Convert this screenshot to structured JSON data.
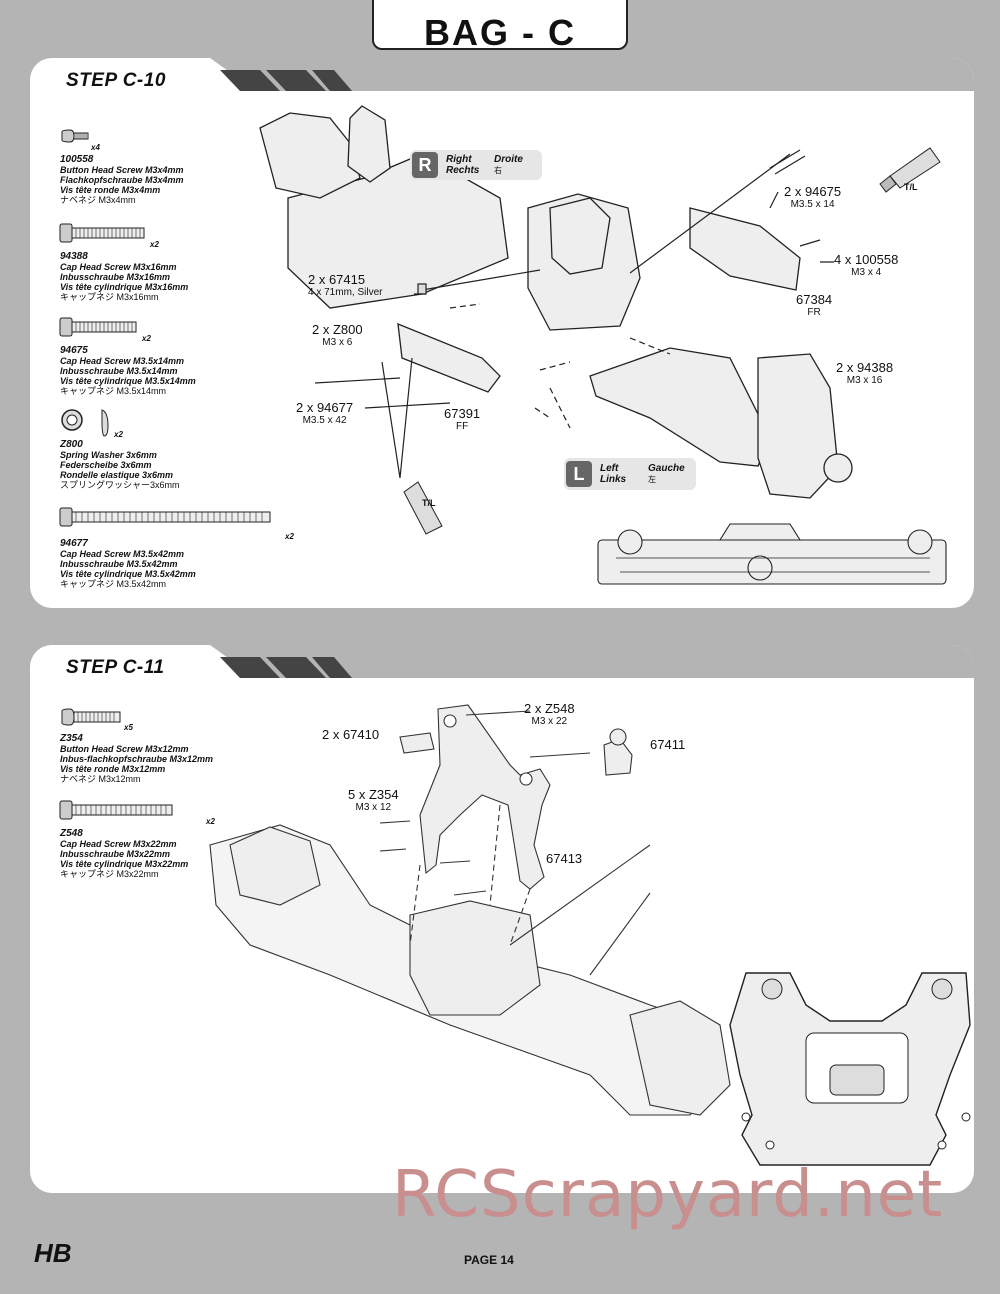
{
  "header": {
    "title": "BAG - C"
  },
  "step10": {
    "title": "STEP C-10",
    "parts": [
      {
        "code": "100558",
        "qty": "x4",
        "lines": [
          "Button Head Screw M3x4mm",
          "Flachkopfschraube M3x4mm",
          "Vis tête ronde M3x4mm",
          "ナベネジ M3x4mm"
        ]
      },
      {
        "code": "94388",
        "qty": "x2",
        "lines": [
          "Cap Head Screw M3x16mm",
          "Inbusschraube M3x16mm",
          "Vis tête  cylindrique M3x16mm",
          "キャップネジ M3x16mm"
        ]
      },
      {
        "code": "94675",
        "qty": "x2",
        "lines": [
          "Cap Head Screw M3.5x14mm",
          "Inbusschraube M3.5x14mm",
          "Vis tête cylindrique M3.5x14mm",
          "キャップネジ M3.5x14mm"
        ]
      },
      {
        "code": "Z800",
        "qty": "x2",
        "lines": [
          "Spring Washer 3x6mm",
          "Federscheibe 3x6mm",
          "Rondelle elastique 3x6mm",
          "スプリングワッシャー3x6mm"
        ]
      },
      {
        "code": "94677",
        "qty": "x2",
        "lines": [
          "Cap Head Screw M3.5x42mm",
          "Inbusschraube M3.5x42mm",
          "Vis tête cylindrique M3.5x42mm",
          "キャップネジ M3.5x42mm"
        ]
      }
    ],
    "callouts": {
      "c94675": {
        "main": "2 x 94675",
        "sub": "M3.5 x 14"
      },
      "c100558": {
        "main": "4 x 100558",
        "sub": "M3 x 4"
      },
      "c67384": {
        "main": "67384",
        "sub": "FR"
      },
      "c67415": {
        "main": "2 x 67415",
        "sub": "4 x 71mm, Silver"
      },
      "cZ800": {
        "main": "2 x Z800",
        "sub": "M3 x 6"
      },
      "c94677": {
        "main": "2 x 94677",
        "sub": "M3.5 x 42"
      },
      "c67391": {
        "main": "67391",
        "sub": "FF"
      },
      "c94388": {
        "main": "2 x 94388",
        "sub": "M3 x 16"
      }
    },
    "right_box": {
      "letter": "R",
      "en": "Right",
      "de": "Rechts",
      "fr": "Droite",
      "jp": "右"
    },
    "left_box": {
      "letter": "L",
      "en": "Left",
      "de": "Links",
      "fr": "Gauche",
      "jp": "左"
    },
    "tube_label": "T/L"
  },
  "step11": {
    "title": "STEP C-11",
    "parts": [
      {
        "code": "Z354",
        "qty": "x5",
        "lines": [
          "Button Head Screw M3x12mm",
          "Inbus-flachkopfschraube M3x12mm",
          "Vis tête ronde M3x12mm",
          "ナベネジ M3x12mm"
        ]
      },
      {
        "code": "Z548",
        "qty": "x2",
        "lines": [
          "Cap Head Screw M3x22mm",
          "Inbusschraube M3x22mm",
          "Vis tête cylindrique M3x22mm",
          "キャップネジ M3x22mm"
        ]
      }
    ],
    "callouts": {
      "cZ548": {
        "main": "2 x Z548",
        "sub": "M3 x 22"
      },
      "c67410": {
        "main": "2 x 67410"
      },
      "c67411": {
        "main": "67411"
      },
      "cZ354": {
        "main": "5 x Z354",
        "sub": "M3 x 12"
      },
      "c67413": {
        "main": "67413"
      }
    }
  },
  "footer": {
    "page": "PAGE 14",
    "logo": "HB",
    "watermark": "RCScrapyard.net"
  }
}
